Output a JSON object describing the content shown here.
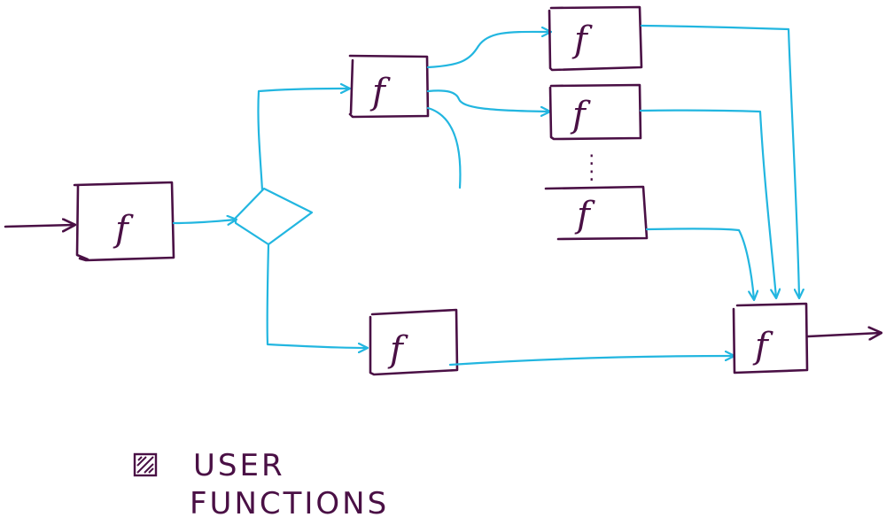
{
  "nodes": {
    "input_fn": "f",
    "upper_fn": "f",
    "branch_top": "f",
    "branch_mid": "f",
    "branch_last": "f",
    "lower_fn": "f",
    "merge_fn": "f"
  },
  "ellipsis": ":",
  "legend": {
    "line1": "USER",
    "line2": "FUNCTIONS"
  },
  "colors": {
    "ink": "#4a1045",
    "flow": "#22b6e0"
  }
}
